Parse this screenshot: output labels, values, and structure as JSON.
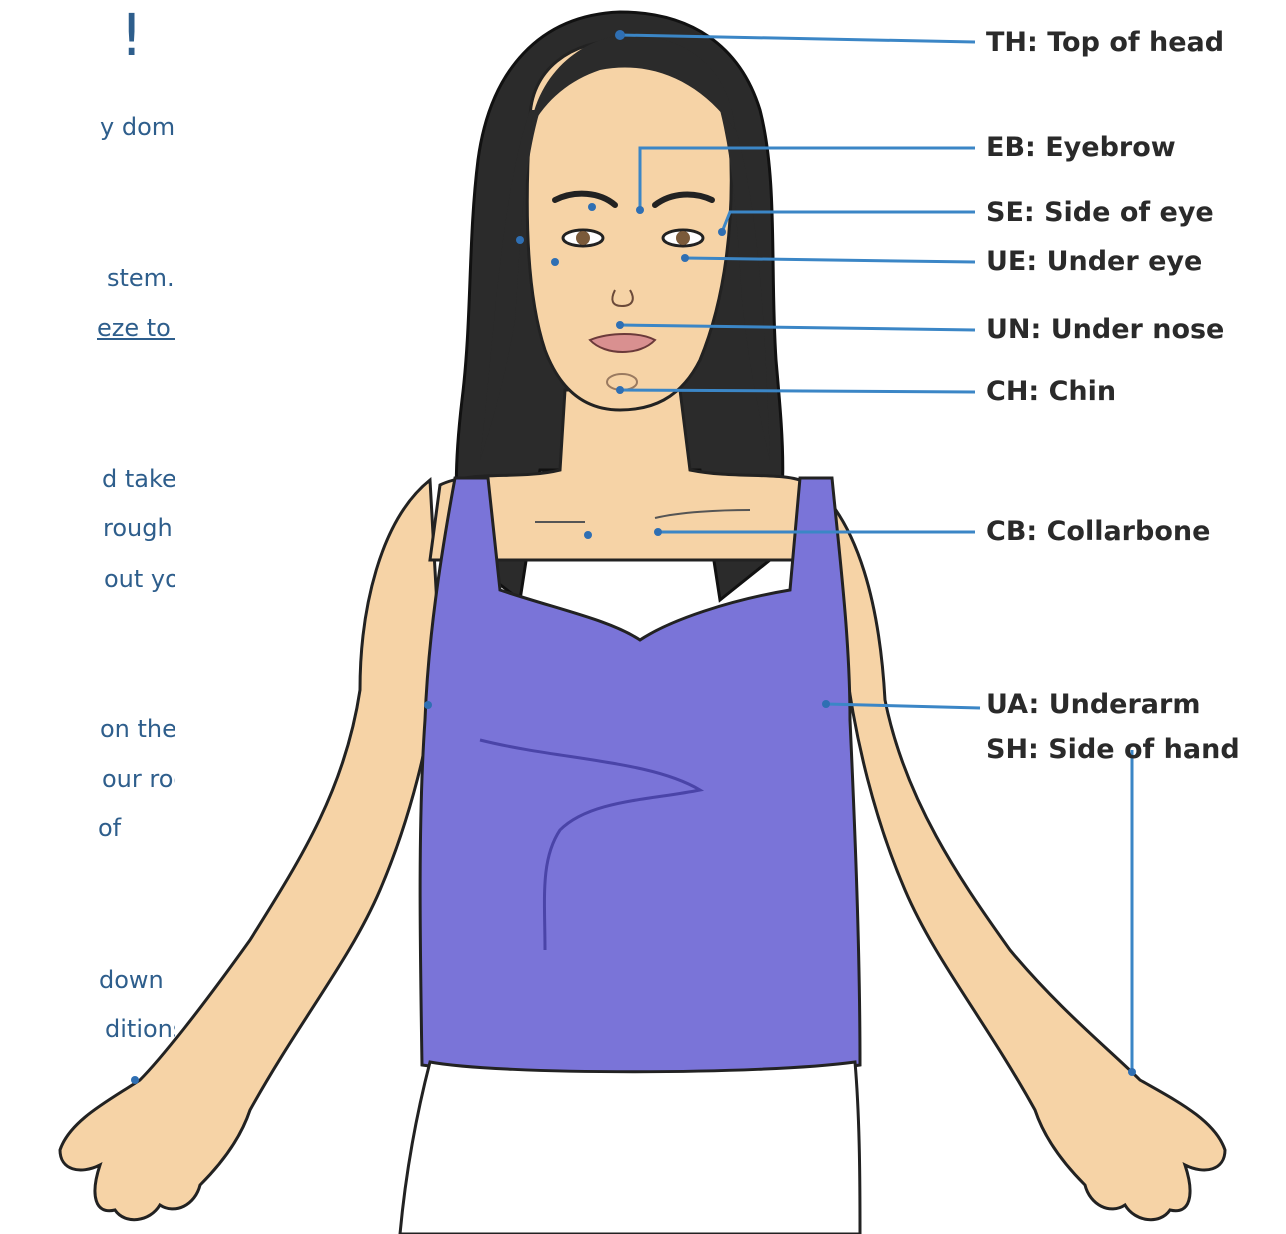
{
  "slide_fragment": {
    "title_tail": "!",
    "lines": [
      "y dominate",
      "stem. It",
      "eze to the",
      "d take an",
      "rough the",
      "out your",
      "on the",
      "our room.",
      " of",
      "down",
      "ditions for"
    ]
  },
  "tapping_points": [
    {
      "code": "TH",
      "label": "TH: Top of head"
    },
    {
      "code": "EB",
      "label": "EB: Eyebrow"
    },
    {
      "code": "SE",
      "label": "SE: Side of eye"
    },
    {
      "code": "UE",
      "label": "UE: Under eye"
    },
    {
      "code": "UN",
      "label": "UN: Under nose"
    },
    {
      "code": "CH",
      "label": "CH: Chin"
    },
    {
      "code": "CB",
      "label": "CB: Collarbone"
    },
    {
      "code": "UA",
      "label": "UA: Underarm"
    },
    {
      "code": "SH",
      "label": "SH: Side of hand"
    }
  ],
  "colors": {
    "leader_line": "#3b86c6",
    "skin": "#f6d3a6",
    "top": "#7a74d8",
    "hair": "#2b2b2b",
    "text_blue": "#2e5e8c"
  }
}
